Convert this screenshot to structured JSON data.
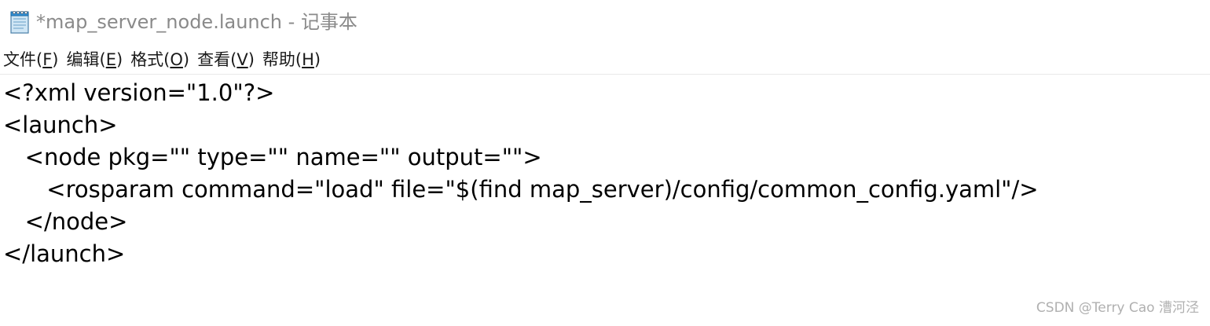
{
  "window": {
    "title": "*map_server_node.launch - 记事本",
    "icon": "notepad-icon"
  },
  "menubar": {
    "items": [
      {
        "label": "文件(",
        "accel": "F",
        "tail": ")"
      },
      {
        "label": "编辑(",
        "accel": "E",
        "tail": ")"
      },
      {
        "label": "格式(",
        "accel": "O",
        "tail": ")"
      },
      {
        "label": "查看(",
        "accel": "V",
        "tail": ")"
      },
      {
        "label": "帮助(",
        "accel": "H",
        "tail": ")"
      }
    ]
  },
  "editor": {
    "lines": [
      "<?xml version=\"1.0\"?>",
      "<launch>",
      "   <node pkg=\"\" type=\"\" name=\"\" output=\"\">",
      "      <rosparam command=\"load\" file=\"$(find map_server)/config/common_config.yaml\"/>",
      "   </node>",
      "</launch>"
    ]
  },
  "watermark": {
    "text": "CSDN @Terry Cao 漕河泾"
  }
}
